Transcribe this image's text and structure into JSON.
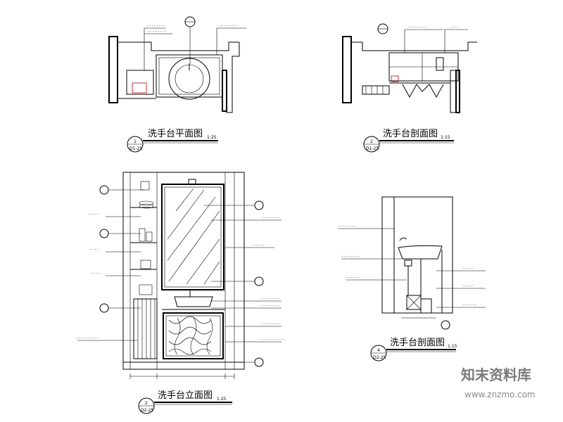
{
  "drawings": {
    "plan": {
      "title": "洗手台平面图",
      "scale": "1:25",
      "number": "1",
      "ref": "D1-25"
    },
    "section_top": {
      "title": "洗手台剖面图",
      "scale": "1:15",
      "number": "2",
      "ref": "D1-25"
    },
    "elevation": {
      "title": "洗手台立面图",
      "scale": "1:25",
      "number": "2",
      "ref": "D2-25"
    },
    "section_right": {
      "title": "洗手台剖面图",
      "scale": "1:15",
      "number": "4",
      "ref": "D2-25"
    }
  },
  "watermark": {
    "brand": "知末资料库",
    "url": "www.znzmo.com",
    "color": "#7a7a7a"
  }
}
